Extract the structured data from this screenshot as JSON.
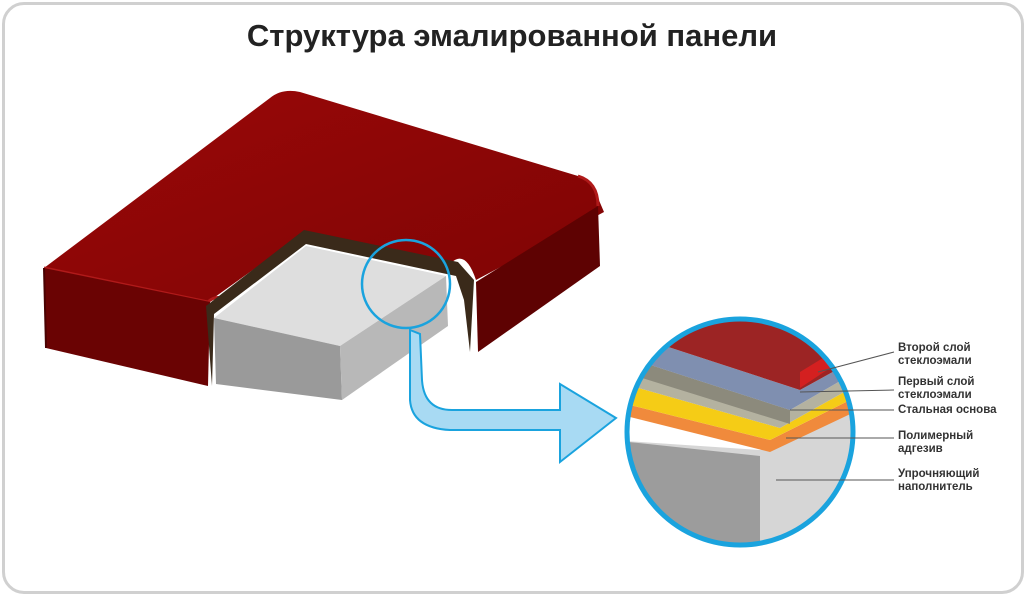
{
  "title": "Структура эмалированной панели",
  "colors": {
    "enamel": "#8e0505",
    "enamel_dark": "#5c0202",
    "filler_top": "#dedede",
    "filler_front": "#9a9a9a",
    "accent": "#1aa3de",
    "arrow_fill": "#a8daf3"
  },
  "layers": [
    {
      "line1": "Второй слой",
      "line2": "стеклоэмали",
      "color": "#9a2222"
    },
    {
      "line1": "Первый слой",
      "line2": "стеклоэмали",
      "color": "#7a8aaa"
    },
    {
      "line1": "Стальная основа",
      "line2": "",
      "color": "#b0b0a0"
    },
    {
      "line1": "Полимерный",
      "line2": "адгезив",
      "color": "#f2c81e"
    },
    {
      "line1": "Упрочняющий",
      "line2": "наполнитель",
      "color": "#a8a8a8"
    }
  ]
}
